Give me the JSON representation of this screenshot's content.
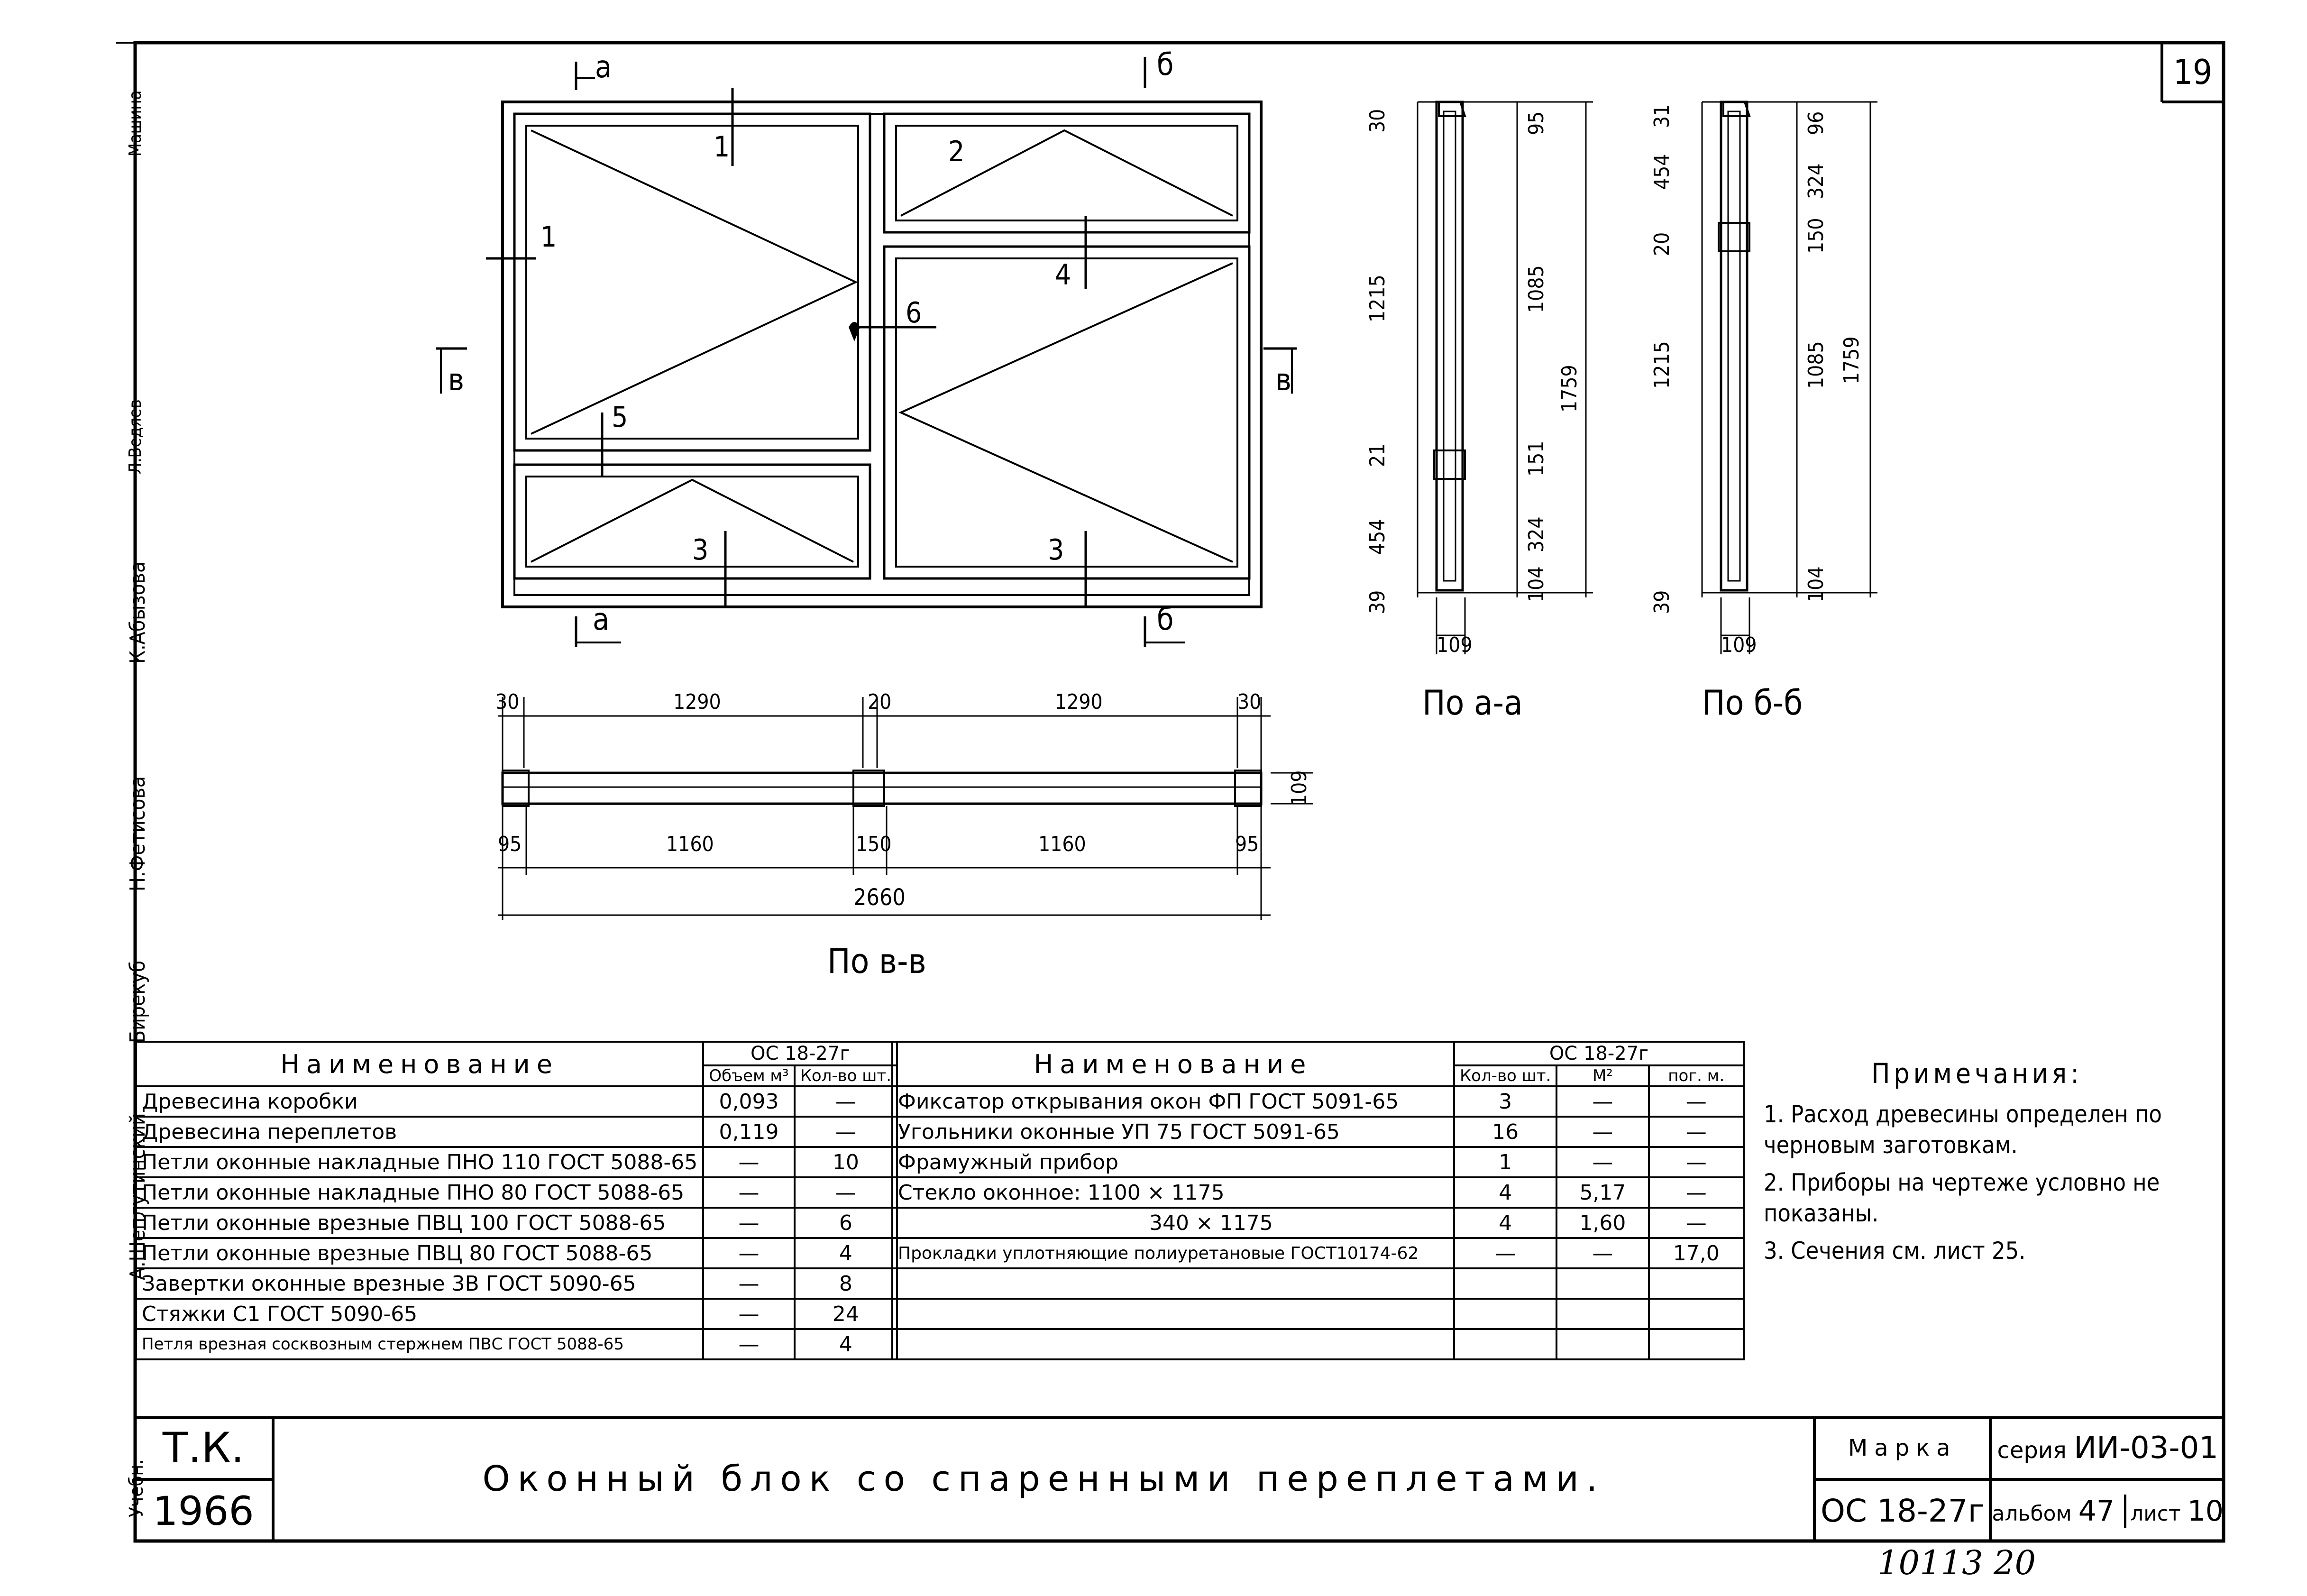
{
  "sheet": {
    "page_number": "19",
    "footer_handwritten": "10113 20",
    "left_margin_names": [
      "Учебн.",
      "А.Шеплутинский",
      "Бирекуб",
      "Н.Фетисова",
      "К.Абызова",
      "Л.Ведяев",
      "Машина"
    ]
  },
  "drawing": {
    "section_marks": [
      "а",
      "а",
      "б",
      "б",
      "в",
      "в"
    ],
    "part_numbers": [
      "1",
      "1",
      "2",
      "3",
      "3",
      "4",
      "5",
      "6"
    ],
    "elevation_a": {
      "caption": "По а-а",
      "left_dims": [
        "30",
        "1215",
        "21",
        "454",
        "39"
      ],
      "right_dims": [
        "95",
        "1085",
        "151",
        "324",
        "104"
      ],
      "overall": "1759",
      "bottom": "109"
    },
    "elevation_b": {
      "caption": "По б-б",
      "left_dims": [
        "31",
        "454",
        "20",
        "1215",
        "39"
      ],
      "right_dims": [
        "96",
        "324",
        "150",
        "1085",
        "104"
      ],
      "overall": "1759",
      "bottom": "109"
    },
    "plan_v": {
      "caption": "По в-в",
      "top_dims": [
        "30",
        "1290",
        "20",
        "1290",
        "30"
      ],
      "bottom_dims": [
        "95",
        "1160",
        "150",
        "1160",
        "95"
      ],
      "overall": "2660",
      "depth": "109"
    }
  },
  "spec_left": {
    "header_name": "Наименование",
    "group": "ОС 18-27г",
    "col_a": "Объем м³",
    "col_b": "Кол-во шт.",
    "rows": [
      {
        "name": "Древесина коробки",
        "a": "0,093",
        "b": "—"
      },
      {
        "name": "Древесина переплетов",
        "a": "0,119",
        "b": "—"
      },
      {
        "name": "Петли оконные накладные ПНО 110 ГОСТ 5088-65",
        "a": "—",
        "b": "10"
      },
      {
        "name": "Петли оконные накладные ПНО 80 ГОСТ 5088-65",
        "a": "—",
        "b": "—"
      },
      {
        "name": "Петли оконные врезные ПВЦ 100 ГОСТ 5088-65",
        "a": "—",
        "b": "6"
      },
      {
        "name": "Петли оконные врезные ПВЦ 80 ГОСТ 5088-65",
        "a": "—",
        "b": "4"
      },
      {
        "name": "Завертки оконные врезные 3В ГОСТ 5090-65",
        "a": "—",
        "b": "8"
      },
      {
        "name": "Стяжки С1 ГОСТ 5090-65",
        "a": "—",
        "b": "24"
      },
      {
        "name": "Петля врезная сосквозным стержнем ПВС ГОСТ 5088-65",
        "a": "—",
        "b": "4"
      }
    ]
  },
  "spec_right": {
    "header_name": "Наименование",
    "group": "ОС 18-27г",
    "col_a": "Кол-во шт.",
    "col_b": "М²",
    "col_c": "пог. м.",
    "rows": [
      {
        "name": "Фиксатор открывания окон ФП ГОСТ 5091-65",
        "a": "3",
        "b": "—",
        "c": "—"
      },
      {
        "name": "Угольники оконные УП 75 ГОСТ 5091-65",
        "a": "16",
        "b": "—",
        "c": "—"
      },
      {
        "name": "Фрамужный прибор",
        "a": "1",
        "b": "—",
        "c": "—"
      },
      {
        "name": "Стекло оконное: 1100 × 1175",
        "a": "4",
        "b": "5,17",
        "c": "—"
      },
      {
        "name": "340 × 1175",
        "a": "4",
        "b": "1,60",
        "c": "—"
      },
      {
        "name": "Прокладки уплотняющие полиуретановые ГОСТ10174-62",
        "a": "—",
        "b": "—",
        "c": "17,0"
      },
      {
        "name": "",
        "a": "",
        "b": "",
        "c": ""
      },
      {
        "name": "",
        "a": "",
        "b": "",
        "c": ""
      },
      {
        "name": "",
        "a": "",
        "b": "",
        "c": ""
      }
    ]
  },
  "notes": {
    "title": "Примечания:",
    "items": [
      "1. Расход древесины определен по черновым заготовкам.",
      "2. Приборы на чертеже условно не показаны.",
      "3. Сечения см. лист 25."
    ]
  },
  "stamp": {
    "tk": "Т.К.",
    "year": "1966",
    "title": "Оконный блок со спаренными переплетами.",
    "marka_label": "Марка",
    "marka_value": "ОС 18-27г",
    "seria_label": "серия",
    "seria_value": "ИИ-03-01",
    "album_label": "альбом",
    "album_value": "47",
    "list_label": "лист",
    "list_value": "10"
  }
}
